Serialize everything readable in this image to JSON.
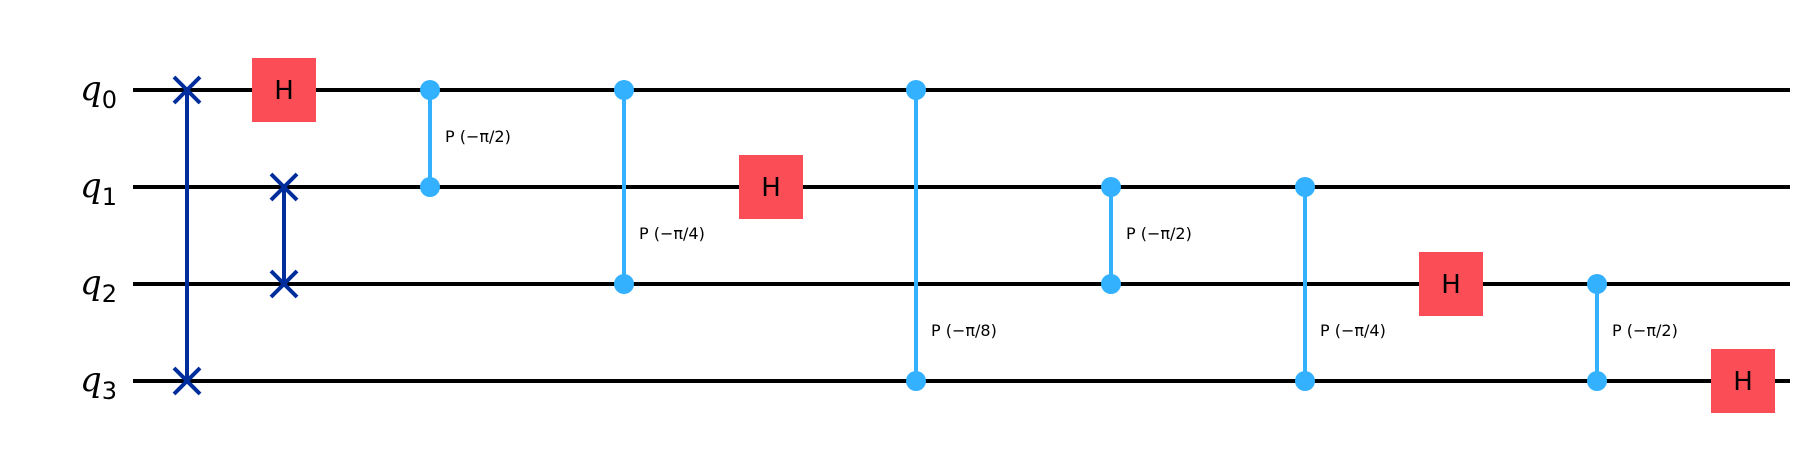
{
  "diagram": {
    "type": "quantum-circuit",
    "qubits": [
      {
        "symbol": "q",
        "index": "0"
      },
      {
        "symbol": "q",
        "index": "1"
      },
      {
        "symbol": "q",
        "index": "2"
      },
      {
        "symbol": "q",
        "index": "3"
      }
    ],
    "colors": {
      "wire": "#000000",
      "swap": "#002d9c",
      "control": "#33b1ff",
      "hadamard": "#fa4d56"
    },
    "gates": [
      {
        "id": "swap-q0-q3",
        "kind": "swap",
        "qubits": [
          0,
          3
        ]
      },
      {
        "id": "h-q0",
        "kind": "h",
        "qubit": 0,
        "label": "H"
      },
      {
        "id": "swap-q1-q2",
        "kind": "swap",
        "qubits": [
          1,
          2
        ]
      },
      {
        "id": "cp-q0-q1",
        "kind": "cphase",
        "qubits": [
          0,
          1
        ],
        "label": "P (−π/2)"
      },
      {
        "id": "cp-q0-q2",
        "kind": "cphase",
        "qubits": [
          0,
          2
        ],
        "label": "P (−π/4)"
      },
      {
        "id": "h-q1",
        "kind": "h",
        "qubit": 1,
        "label": "H"
      },
      {
        "id": "cp-q0-q3",
        "kind": "cphase",
        "qubits": [
          0,
          3
        ],
        "label": "P (−π/8)"
      },
      {
        "id": "cp-q1-q2",
        "kind": "cphase",
        "qubits": [
          1,
          2
        ],
        "label": "P (−π/2)"
      },
      {
        "id": "cp-q1-q3",
        "kind": "cphase",
        "qubits": [
          1,
          3
        ],
        "label": "P (−π/4)"
      },
      {
        "id": "h-q2",
        "kind": "h",
        "qubit": 2,
        "label": "H"
      },
      {
        "id": "cp-q2-q3",
        "kind": "cphase",
        "qubits": [
          2,
          3
        ],
        "label": "P (−π/2)"
      },
      {
        "id": "h-q3",
        "kind": "h",
        "qubit": 3,
        "label": "H"
      }
    ]
  }
}
